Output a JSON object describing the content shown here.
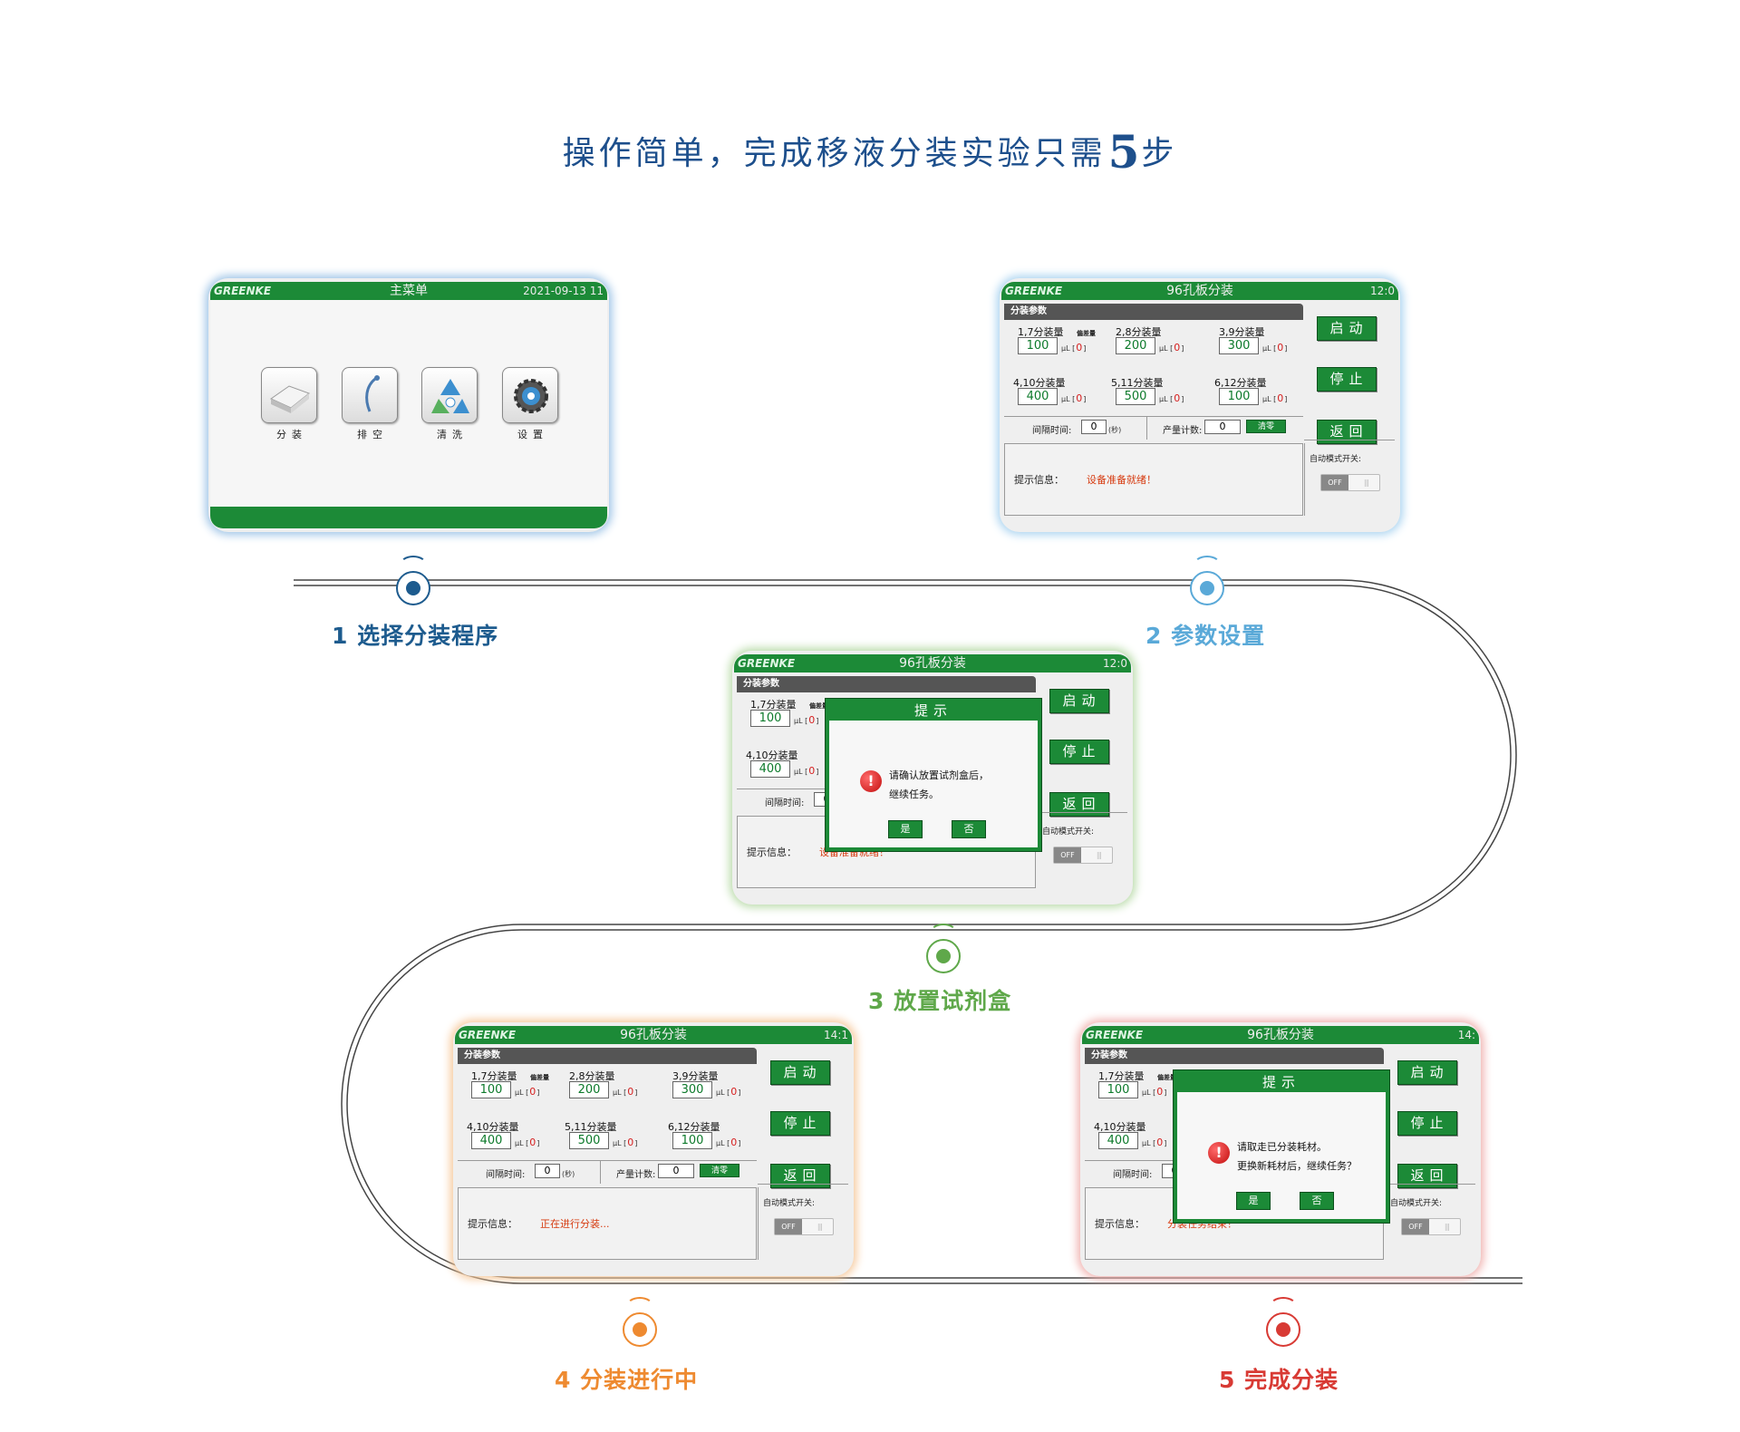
{
  "page": {
    "title_prefix": "操作简单，完成移液分装实验只需",
    "title_number": "5",
    "title_suffix": "步"
  },
  "steps": [
    {
      "label": "1 选择分装程序",
      "color": "#1d5b8e"
    },
    {
      "label": "2 参数设置",
      "color": "#5aa9d8"
    },
    {
      "label": "3 放置试剂盒",
      "color": "#5fa84a"
    },
    {
      "label": "4 分装进行中",
      "color": "#ee8a30"
    },
    {
      "label": "5 完成分装",
      "color": "#d83a34"
    }
  ],
  "main_menu": {
    "logo": "GREENKE",
    "title": "主菜单",
    "time": "2021-09-13 11",
    "items": [
      {
        "label": "分装",
        "icon": "plate-icon"
      },
      {
        "label": "排空",
        "icon": "pipette-icon"
      },
      {
        "label": "清洗",
        "icon": "recycle-icon"
      },
      {
        "label": "设置",
        "icon": "gear-icon"
      }
    ]
  },
  "screen_common": {
    "logo": "GREENKE",
    "title": "96孔板分装",
    "section": "分装参数",
    "bias_label": "偏差量",
    "unit": "μL",
    "bias_value": "0",
    "interval_label": "间隔时间:",
    "interval_value": "0",
    "interval_unit": "(秒)",
    "count_label": "产量计数:",
    "count_value": "0",
    "clear_label": "清零",
    "start_label": "启动",
    "stop_label": "停止",
    "back_label": "返回",
    "info_label": "提示信息：",
    "auto_label": "自动模式开关:",
    "toggle_label": "OFF",
    "params": [
      {
        "label": "1,7分装量",
        "value": "100"
      },
      {
        "label": "2,8分装量",
        "value": "200"
      },
      {
        "label": "3,9分装量",
        "value": "300"
      },
      {
        "label": "4,10分装量",
        "value": "400"
      },
      {
        "label": "5,11分装量",
        "value": "500"
      },
      {
        "label": "6,12分装量",
        "value": "100"
      }
    ]
  },
  "screen2": {
    "time": "12:0",
    "message": "设备准备就绪！"
  },
  "screen3": {
    "time": "12:0",
    "message": "设备准备就绪！",
    "dialog": {
      "title": "提示",
      "line1": "请确认放置试剂盒后，",
      "line2": "继续任务。",
      "yes": "是",
      "no": "否"
    }
  },
  "screen4": {
    "time": "14:1",
    "message": "正在进行分装..."
  },
  "screen5": {
    "time": "14:",
    "message": "分装任务结束！",
    "dialog": {
      "title": "提示",
      "line1": "请取走已分装耗材。",
      "line2": "更换新耗材后，继续任务？",
      "yes": "是",
      "no": "否"
    }
  }
}
